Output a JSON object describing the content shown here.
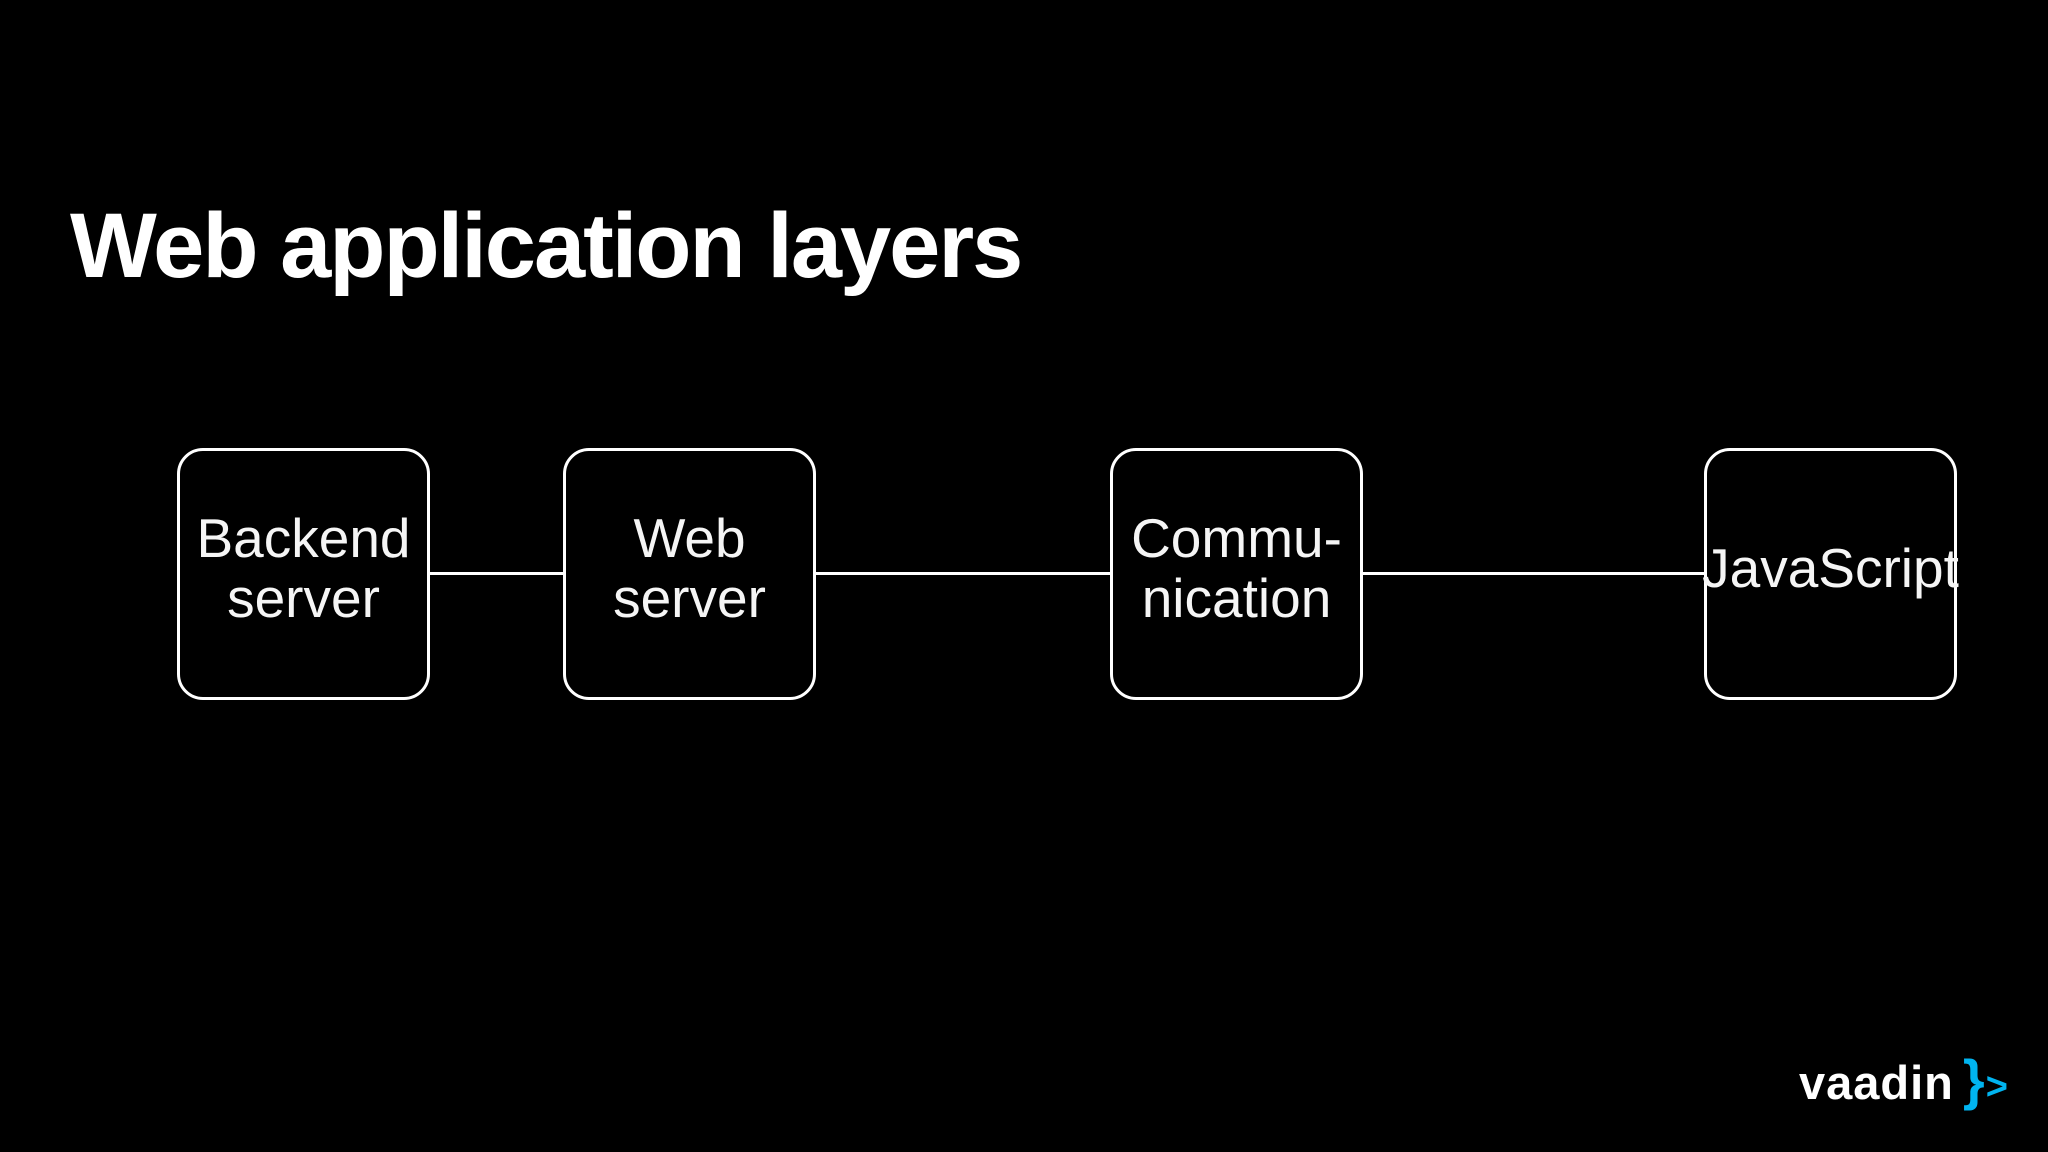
{
  "slide": {
    "title": "Web application layers"
  },
  "diagram": {
    "nodes": [
      {
        "id": "backend-server",
        "label": "Backend\nserver"
      },
      {
        "id": "web-server",
        "label": "Web\nserver"
      },
      {
        "id": "communication",
        "label": "Commu-\nnication"
      },
      {
        "id": "javascript",
        "label": "JavaScript"
      }
    ],
    "connections": [
      {
        "from": "backend-server",
        "to": "web-server"
      },
      {
        "from": "web-server",
        "to": "communication"
      },
      {
        "from": "communication",
        "to": "javascript"
      }
    ]
  },
  "branding": {
    "logo_text": "vaadin",
    "logo_brace": "}",
    "logo_chevron": ">",
    "logo_symbol_color": "#00b4f0"
  },
  "colors": {
    "background": "#000000",
    "foreground": "#ffffff"
  }
}
